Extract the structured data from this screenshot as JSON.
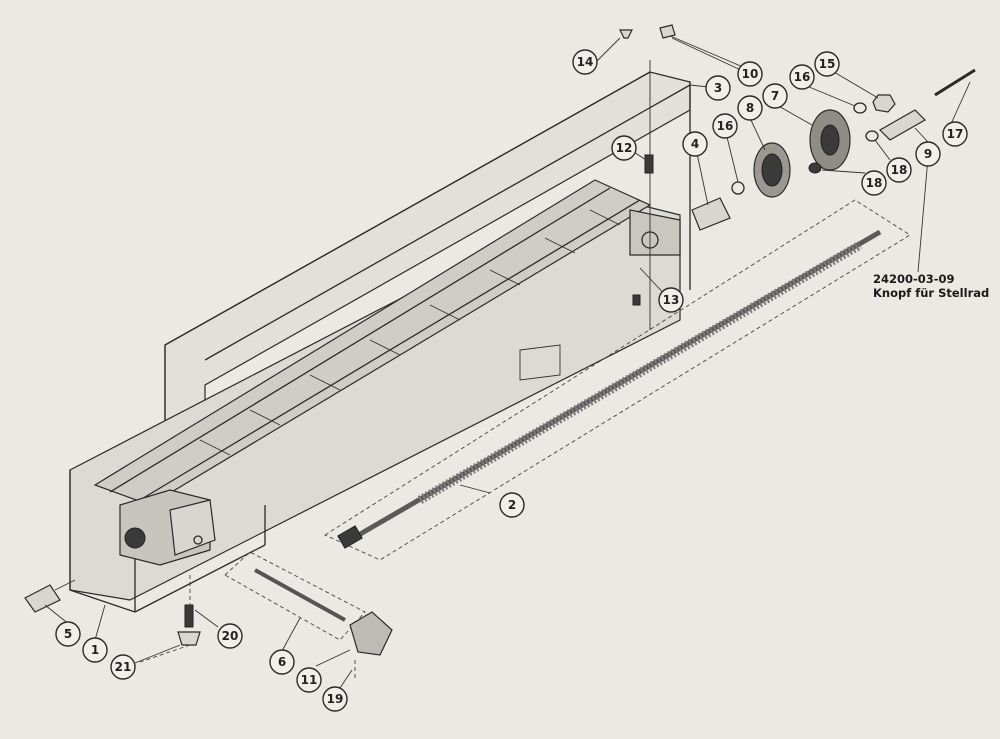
{
  "annotation": {
    "part_number": "24200-03-09",
    "description": "Knopf für Stellrad"
  },
  "callouts": [
    {
      "id": "c1",
      "label": "1"
    },
    {
      "id": "c2",
      "label": "2"
    },
    {
      "id": "c3",
      "label": "3"
    },
    {
      "id": "c4",
      "label": "4"
    },
    {
      "id": "c5",
      "label": "5"
    },
    {
      "id": "c6",
      "label": "6"
    },
    {
      "id": "c7",
      "label": "7"
    },
    {
      "id": "c8",
      "label": "8"
    },
    {
      "id": "c9",
      "label": "9"
    },
    {
      "id": "c10",
      "label": "10"
    },
    {
      "id": "c11",
      "label": "11"
    },
    {
      "id": "c12",
      "label": "12"
    },
    {
      "id": "c13",
      "label": "13"
    },
    {
      "id": "c14",
      "label": "14"
    },
    {
      "id": "c15",
      "label": "15"
    },
    {
      "id": "c16a",
      "label": "16"
    },
    {
      "id": "c16b",
      "label": "16"
    },
    {
      "id": "c17",
      "label": "17"
    },
    {
      "id": "c18a",
      "label": "18"
    },
    {
      "id": "c18b",
      "label": "18"
    },
    {
      "id": "c19",
      "label": "19"
    },
    {
      "id": "c20",
      "label": "20"
    },
    {
      "id": "c21",
      "label": "21"
    }
  ]
}
